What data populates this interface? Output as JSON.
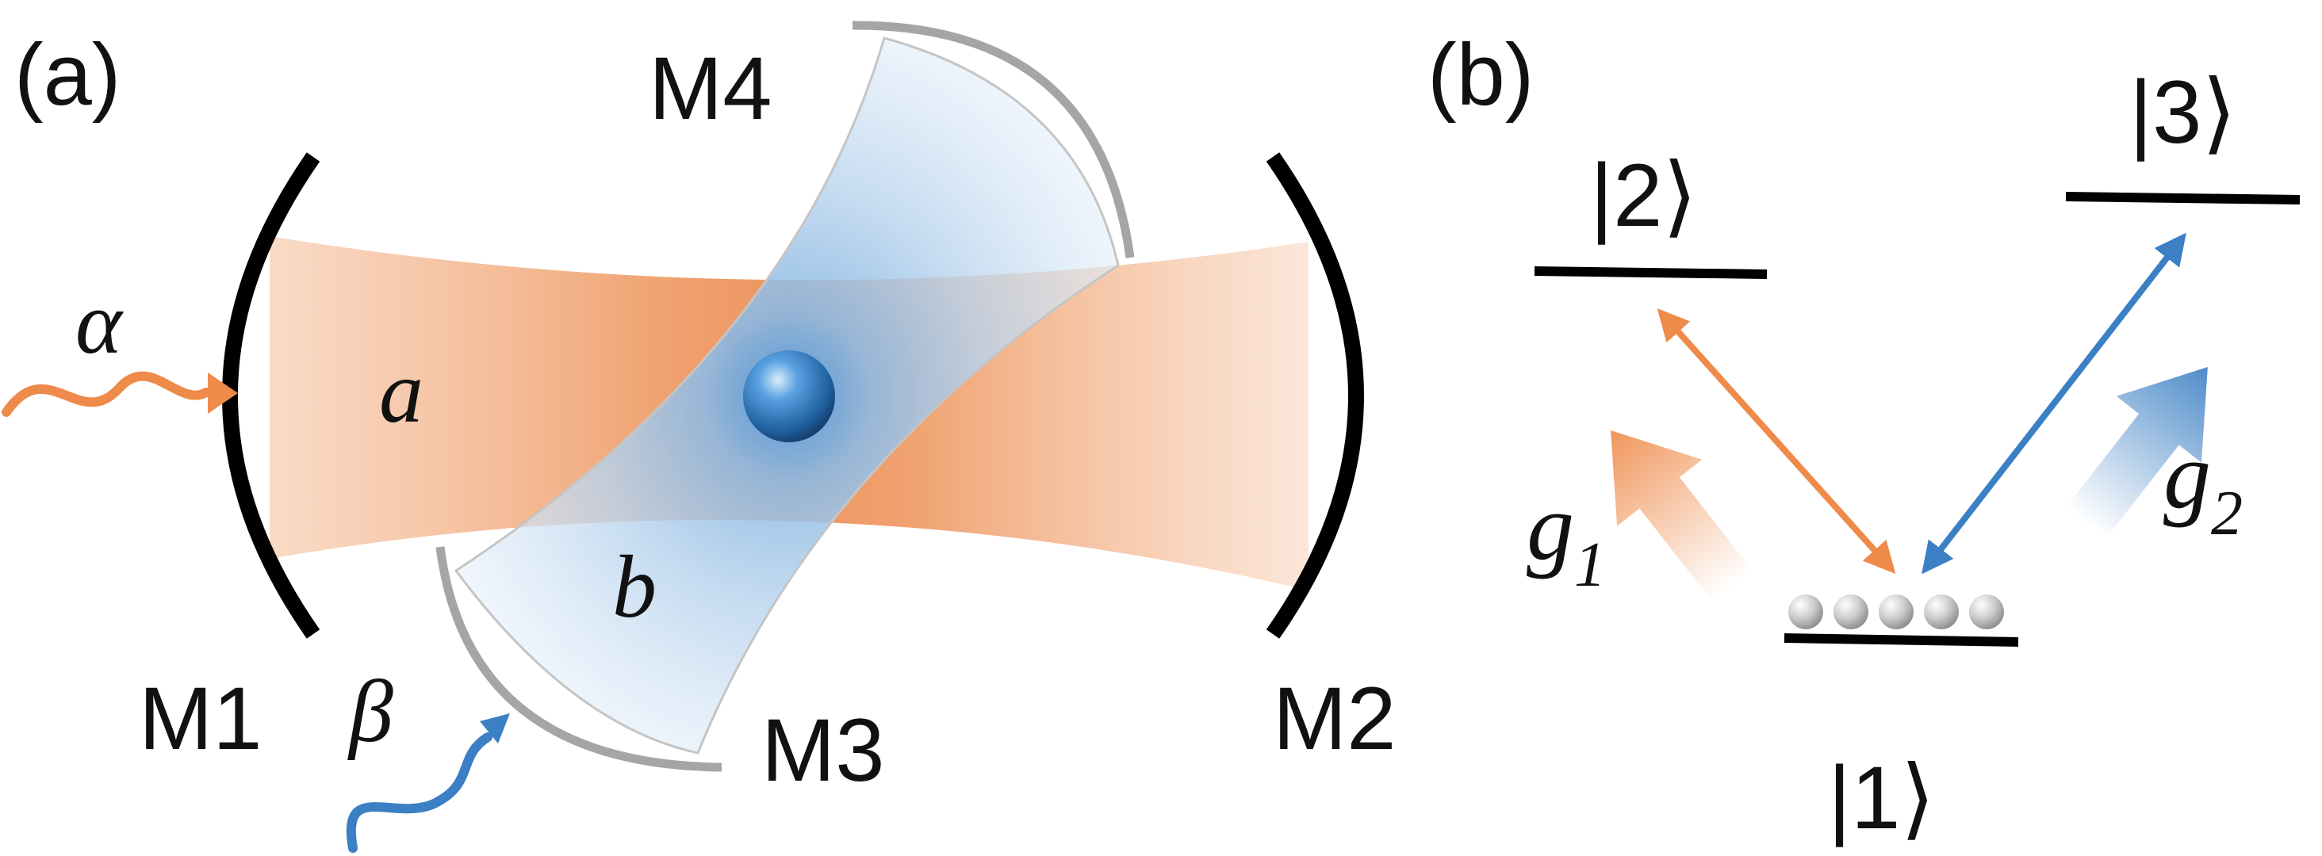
{
  "panel_a": {
    "label": "(a)",
    "mirrors": {
      "m1": "M1",
      "m2": "M2",
      "m3": "M3",
      "m4": "M4"
    },
    "modes": {
      "a": "a",
      "b": "b"
    },
    "drives": {
      "alpha": "α",
      "beta": "β"
    }
  },
  "panel_b": {
    "label": "(b)",
    "levels": {
      "level1": "|1⟩",
      "level2": "|2⟩",
      "level3": "|3⟩"
    },
    "couplings": {
      "g1": {
        "symbol": "g",
        "subscript": "1"
      },
      "g2": {
        "symbol": "g",
        "subscript": "2"
      }
    }
  },
  "colors": {
    "mode_a": "#ee8a4a",
    "mode_b": "#3b7fc4",
    "mirror_main": "#000000",
    "mirror_aux": "#a5a5a5",
    "atom": "#3d8ad6"
  }
}
